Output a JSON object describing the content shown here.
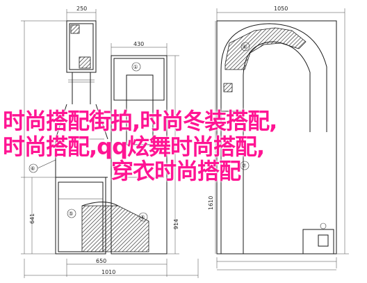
{
  "dimensions": {
    "top_left": "250",
    "top_right": "1050",
    "mid": "430",
    "bottom_left": "1010",
    "bottom_mid": "650",
    "left_height": "641",
    "mid_height": "914",
    "right_height": "1610"
  },
  "callouts": {
    "c1": "①",
    "c4": "④",
    "c5": "⑤",
    "c6": "⑥",
    "c7": "⑦"
  },
  "overlay": {
    "line1": "时尚搭配街拍,时尚冬装搭配,",
    "line2": "时尚搭配,qq炫舞时尚搭配,",
    "line3": "穿衣时尚搭配"
  },
  "colors": {
    "overlay_text": "#ff1493",
    "line": "#1a1a1a"
  }
}
